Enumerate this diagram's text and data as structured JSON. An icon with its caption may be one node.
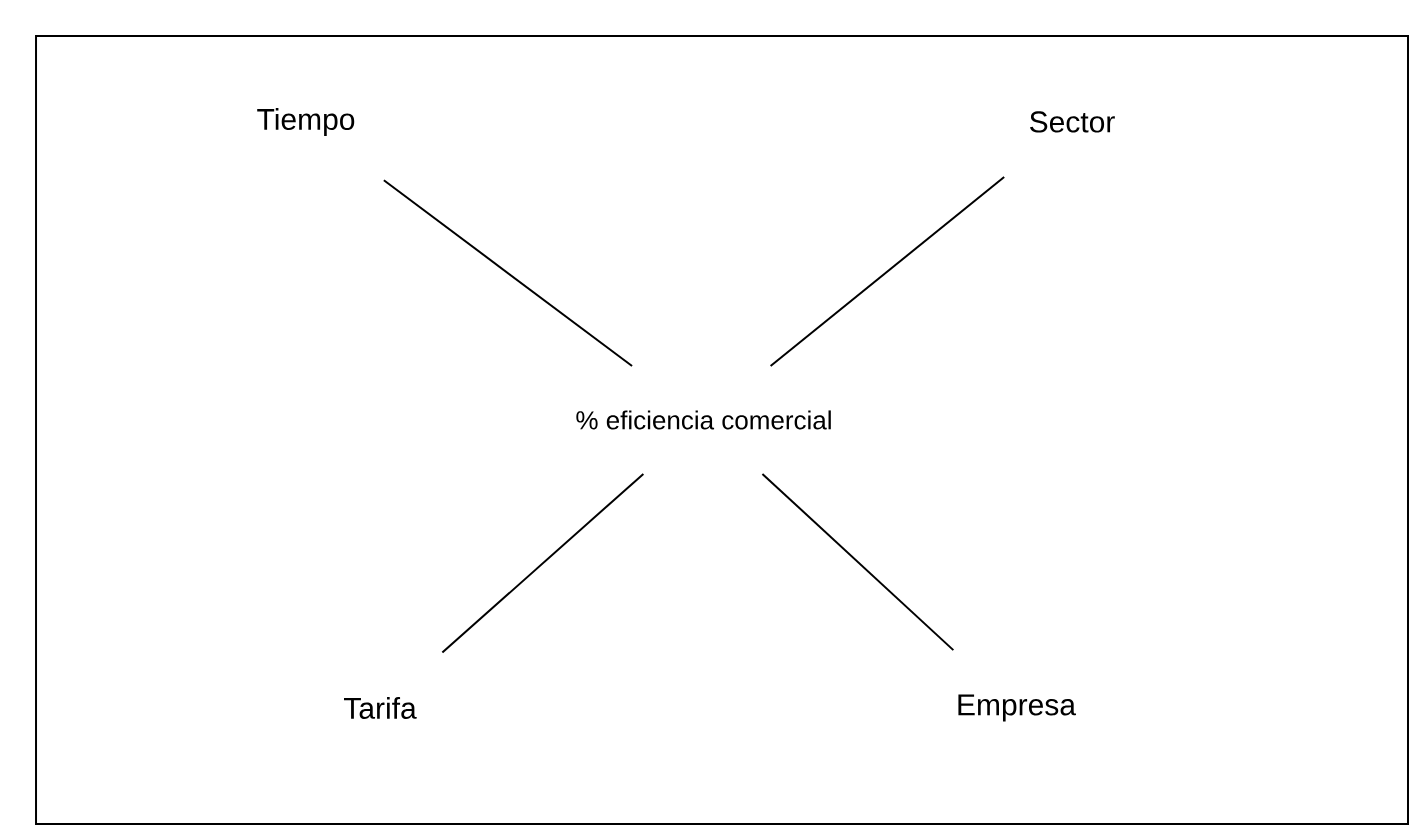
{
  "diagram": {
    "nodes": [
      {
        "text": [
          "Tiempo"
        ]
      },
      {
        "text": [
          "Sector"
        ]
      },
      {
        "text": [
          "% eficiencia comercial"
        ]
      },
      {
        "text": [
          "Tarifa"
        ]
      },
      {
        "text": [
          "Empresa"
        ]
      }
    ],
    "edges": [
      {
        "from": 2,
        "to": 0,
        "arrow": "none"
      },
      {
        "from": 2,
        "to": 1,
        "arrow": "none"
      },
      {
        "from": 2,
        "to": 3,
        "arrow": "none"
      },
      {
        "from": 2,
        "to": 4,
        "arrow": "none"
      }
    ]
  }
}
